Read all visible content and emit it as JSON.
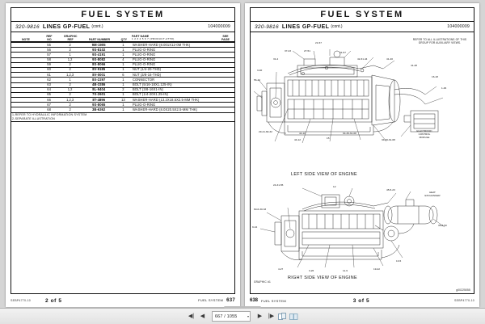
{
  "document": {
    "title": "FUEL SYSTEM"
  },
  "left_page": {
    "header": {
      "title": "FUEL SYSTEM",
      "group_number": "320-9816",
      "group_name": "LINES GP-FUEL",
      "continued": "(cont.)",
      "doc_code": "104000009"
    },
    "table": {
      "headers": {
        "note": "NOTE",
        "ref_no": "REF NO",
        "graphic_ref": "GRAPHIC REF",
        "part_number": "PART NUMBER",
        "qty": "QTY",
        "part_name": "PART NAME",
        "part_name_sub": "1  2  3  4  5  6  7 (PRODUCT-ATTR)",
        "see_page": "SEE PAGE"
      },
      "rows": [
        {
          "note": "",
          "ref": "55",
          "graphic": "2",
          "part": "9M-1905",
          "qty": "1",
          "name": "WASHER-HARD (8.001X12-0M THK)",
          "page": ""
        },
        {
          "note": "",
          "ref": "56",
          "graphic": "2",
          "part": "9S-8102",
          "qty": "1",
          "name": "PLUG-O-RING",
          "page": ""
        },
        {
          "note": "",
          "ref": "57",
          "graphic": "1",
          "part": "9S-4191",
          "qty": "1",
          "name": "PLUG-O-RING",
          "page": ""
        },
        {
          "note": "",
          "ref": "58",
          "graphic": "1,2",
          "part": "9S-8082",
          "qty": "4",
          "name": "PLUG-O-RING",
          "page": ""
        },
        {
          "note": "",
          "ref": "59",
          "graphic": "2",
          "part": "8S-8066",
          "qty": "1",
          "name": "PLUG-O-RING",
          "page": ""
        },
        {
          "note": "",
          "ref": "60",
          "graphic": "2",
          "part": "8V-9185",
          "qty": "1",
          "name": "NUT (1/4-20-THD)",
          "page": ""
        },
        {
          "note": "",
          "ref": "61",
          "graphic": "1,2,3",
          "part": "8V-0001",
          "qty": "6",
          "name": "NUT (3/8-16-THD)",
          "page": ""
        },
        {
          "note": "",
          "ref": "62",
          "graphic": "1",
          "part": "8X-2297",
          "qty": "1",
          "name": "CONNECTOR",
          "page": ""
        },
        {
          "note": "",
          "ref": "63",
          "graphic": "2",
          "part": "4B-3386",
          "qty": "1",
          "name": "BOLT (5/16-18X1.125-IN)",
          "page": ""
        },
        {
          "note": "",
          "ref": "64",
          "graphic": "1,2",
          "part": "8L-9404",
          "qty": "2",
          "name": "BOLT (3/8-16X1-IN)",
          "page": ""
        },
        {
          "note": "",
          "ref": "65",
          "graphic": "2",
          "part": "7X-2601",
          "qty": "1",
          "name": "BOLT (1/4-20X1.25-IN)",
          "page": ""
        },
        {
          "note": "",
          "ref": "66",
          "graphic": "1,2,3",
          "part": "8T-4896",
          "qty": "13",
          "name": "WASHER-HARD (13.2X18.5X2.5-MM THK)",
          "page": ""
        },
        {
          "note": "",
          "ref": "67",
          "graphic": "2",
          "part": "9S-8065",
          "qty": "1",
          "name": "PLUG-O-RING",
          "page": ""
        },
        {
          "note": "",
          "ref": "68",
          "graphic": "2",
          "part": "3B-6362",
          "qty": "1",
          "name": "WASHER-HARD (8.0X20.5X2.5-MM THK)",
          "page": ""
        }
      ],
      "footnotes": [
        "1-REFER TO HYDRAULIC INFORMATION SYSTEM",
        "2-SEPARATE ILLUSTRATION"
      ]
    },
    "footer": {
      "manual_code": "SEBP4770-10",
      "sheet_label": "2 of 5",
      "section": "FUEL SYSTEM",
      "page_number": "637"
    }
  },
  "right_page": {
    "header": {
      "title": "FUEL SYSTEM",
      "group_number": "320-9816",
      "group_name": "LINES GP-FUEL",
      "continued": "(cont.)",
      "doc_code": "104000009"
    },
    "illustration": {
      "note_box": "REFER TO ALL ILLUSTRATIONS OF THIS GROUP FOR AUXILIARY VIEWS.",
      "caption_top": "LEFT SIDE VIEW OF ENGINE",
      "caption_bottom": "RIGHT SIDE VIEW OF ENGINE",
      "graphic_label": "GRAPHIC #1",
      "graphic_id": "g00225055",
      "component_labels": [
        "ELECTRONIC CONTROL MODULE",
        "HEAT EXCHANGER"
      ],
      "callouts_top": [
        "21-57",
        "37-23",
        "27-51",
        "31-2",
        "21-57",
        "42-31-44",
        "41-40",
        "41-48",
        "3-40",
        "56-42",
        "16-18",
        "1-46",
        "32-36",
        "44-10",
        "44-12",
        "15",
        "64-36-61-68",
        "34-30-61-68",
        "29-41-60-32",
        "62-27",
        "38-40",
        "46-23",
        "24-12",
        "7-31",
        "14-13",
        "5-29"
      ],
      "callouts_bottom": [
        "24-31-55",
        "60-6-30-33",
        "9-44",
        "4-27",
        "3-26",
        "11-9",
        "12",
        "45-5-23",
        "35-8-50",
        "40-2",
        "19-22",
        "13-5",
        "7-21",
        "6-2"
      ]
    },
    "footer": {
      "manual_code": "SEBP4770-10",
      "sheet_label": "3 of 5",
      "section": "FUEL SYSTEM",
      "page_number": "638"
    }
  },
  "toolbar": {
    "first_page_icon": "first-page-icon",
    "prev_page_icon": "previous-page-icon",
    "page_indicator": "667 / 1055",
    "dropdown_icon": "chevron-down-icon",
    "next_page_icon": "next-page-icon",
    "last_page_icon": "last-page-icon",
    "single_page_icon": "single-page-view-icon",
    "facing_page_icon": "facing-page-view-icon"
  }
}
